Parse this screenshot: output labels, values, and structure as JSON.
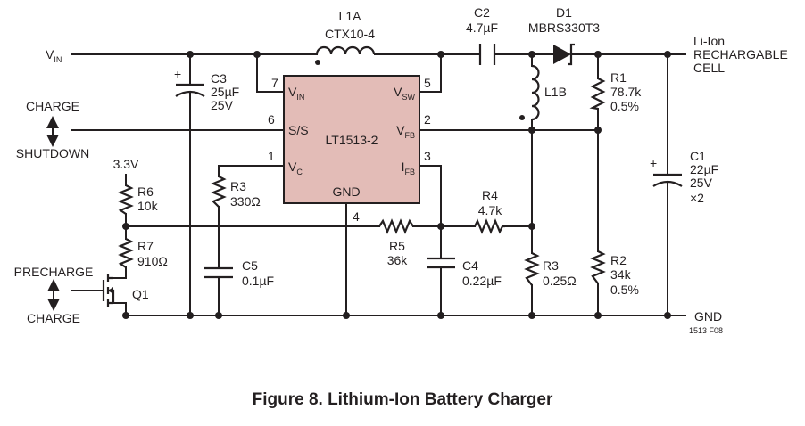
{
  "figure": {
    "number": "1513 F08",
    "caption": "Figure 8. Lithium-Ion Battery Charger"
  },
  "ic": {
    "name": "LT1513-2",
    "pins": {
      "vin": {
        "num": "7",
        "label": "V",
        "sub": "IN"
      },
      "vsw": {
        "num": "5",
        "label": "V",
        "sub": "SW"
      },
      "ss": {
        "num": "6",
        "label": "S/S"
      },
      "vfb": {
        "num": "2",
        "label": "V",
        "sub": "FB"
      },
      "vc": {
        "num": "1",
        "label": "V",
        "sub": "C"
      },
      "ifb": {
        "num": "3",
        "label": "I",
        "sub": "FB"
      },
      "gnd": {
        "num": "4",
        "label": "GND"
      }
    }
  },
  "nets": {
    "vin": {
      "label": "V",
      "sub": "IN"
    },
    "v33": "3.3V",
    "gnd": "GND",
    "output": [
      "Li-Ion",
      "RECHARGABLE",
      "CELL"
    ]
  },
  "controls": {
    "charge_top": "CHARGE",
    "shutdown": "SHUTDOWN",
    "precharge": "PRECHARGE",
    "charge_bottom": "CHARGE"
  },
  "components": {
    "l1a": {
      "ref": "L1A",
      "value": "CTX10-4"
    },
    "c2": {
      "ref": "C2",
      "value": "4.7µF"
    },
    "d1": {
      "ref": "D1",
      "value": "MBRS330T3"
    },
    "c3": {
      "ref": "C3",
      "value": "25µF",
      "voltage": "25V"
    },
    "l1b": {
      "ref": "L1B"
    },
    "r1": {
      "ref": "R1",
      "value": "78.7k",
      "tol": "0.5%"
    },
    "c1": {
      "ref": "C1",
      "value": "22µF",
      "voltage": "25V",
      "qty": "×2"
    },
    "r6": {
      "ref": "R6",
      "value": "10k"
    },
    "r3a": {
      "ref": "R3",
      "value": "330Ω"
    },
    "r4": {
      "ref": "R4",
      "value": "4.7k"
    },
    "r7": {
      "ref": "R7",
      "value": "910Ω"
    },
    "r5": {
      "ref": "R5",
      "value": "36k"
    },
    "c5": {
      "ref": "C5",
      "value": "0.1µF"
    },
    "c4": {
      "ref": "C4",
      "value": "0.22µF"
    },
    "r3b": {
      "ref": "R3",
      "value": "0.25Ω"
    },
    "r2": {
      "ref": "R2",
      "value": "34k",
      "tol": "0.5%"
    },
    "q1": {
      "ref": "Q1"
    }
  }
}
